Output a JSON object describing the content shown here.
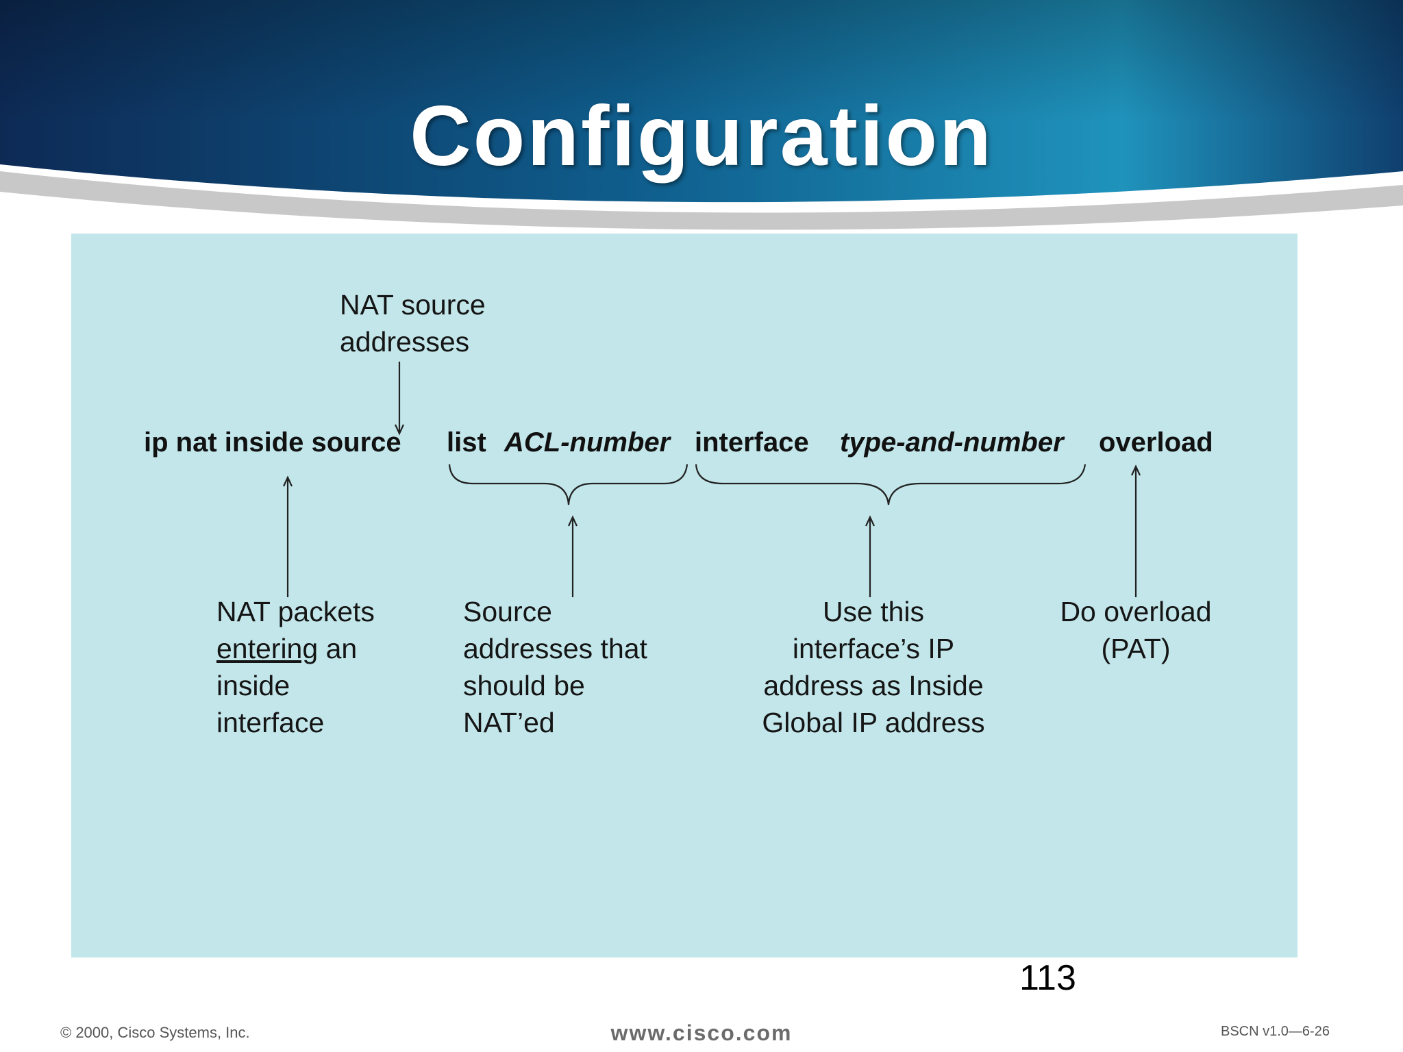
{
  "slide": {
    "title": "Configuration",
    "page_number": "113"
  },
  "command": {
    "ip_nat_inside_source": "ip nat inside source",
    "list": "list",
    "acl_number": "ACL-number",
    "interface": "interface",
    "type_and_number": "type-and-number",
    "overload": "overload"
  },
  "annotations": {
    "nat_source": [
      "NAT source",
      "addresses"
    ],
    "nat_packets": [
      "NAT packets",
      "entering",
      " an",
      "inside",
      "interface"
    ],
    "source_addresses": [
      "Source",
      "addresses that",
      "should be",
      "NAT’ed"
    ],
    "use_interface": [
      "Use this",
      "interface’s IP",
      "address as Inside",
      "Global IP address"
    ],
    "do_overload": [
      "Do overload",
      "(PAT)"
    ]
  },
  "footer": {
    "copyright": "© 2000, Cisco Systems, Inc.",
    "website": "www.cisco.com",
    "course_code": "BSCN v1.0—6-26"
  },
  "colors": {
    "header_dark": "#0d2a55",
    "header_mid": "#0f5d8c",
    "header_light": "#2aa7c8",
    "panel": "#c2e6ea"
  }
}
